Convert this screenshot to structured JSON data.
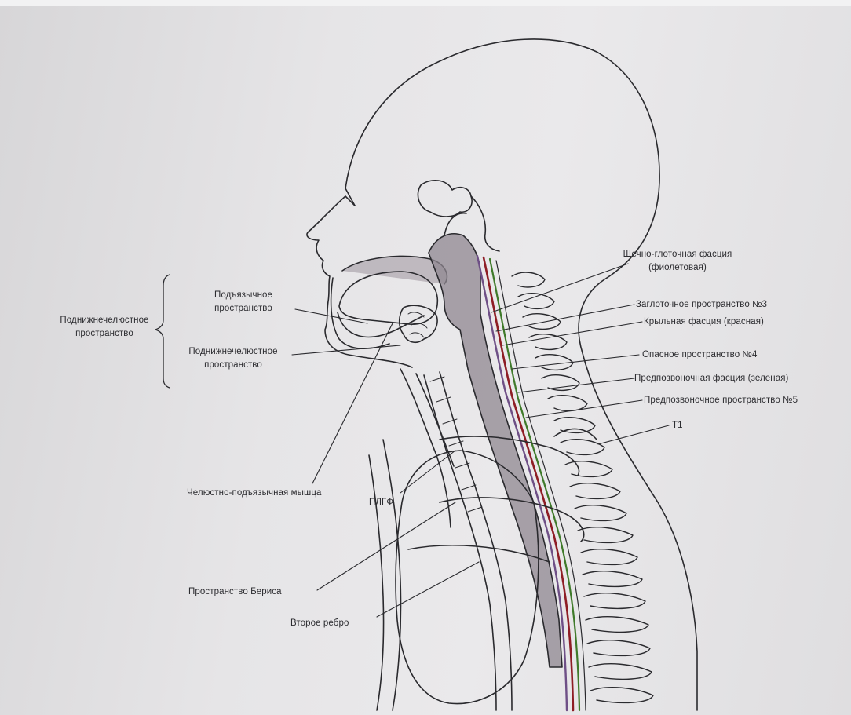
{
  "labels": {
    "buccopharyngeal": "Щечно-глоточная фасция",
    "buccopharyngeal_color": "(фиолетовая)",
    "retropharyngeal": "Заглоточное пространство №3",
    "alar": "Крыльная фасция (красная)",
    "danger": "Опасное пространство №4",
    "prevertebral_fascia": "Предпозвоночная фасция (зеленая)",
    "prevertebral_space": "Предпозвоночное пространство №5",
    "t1": "T1",
    "submandibular_group_line1": "Поднижнечелюстное",
    "submandibular_group_line2": "пространство",
    "sublingual_line1": "Подъязычное",
    "sublingual_line2": "пространство",
    "submaxillary_line1": "Поднижнечелюстное",
    "submaxillary_line2": "пространство",
    "mylohyoid": "Челюстно-подъязычная мышца",
    "plpf": "ПЛГФ",
    "burns": "Пространство Бериса",
    "second_rib": "Второе ребро"
  },
  "colors": {
    "outline": "#2a2a2e",
    "shading": "#8f8790",
    "violet_fascia": "#6e4f86",
    "red_fascia": "#8e1d25",
    "green_fascia": "#3f7a2a"
  }
}
